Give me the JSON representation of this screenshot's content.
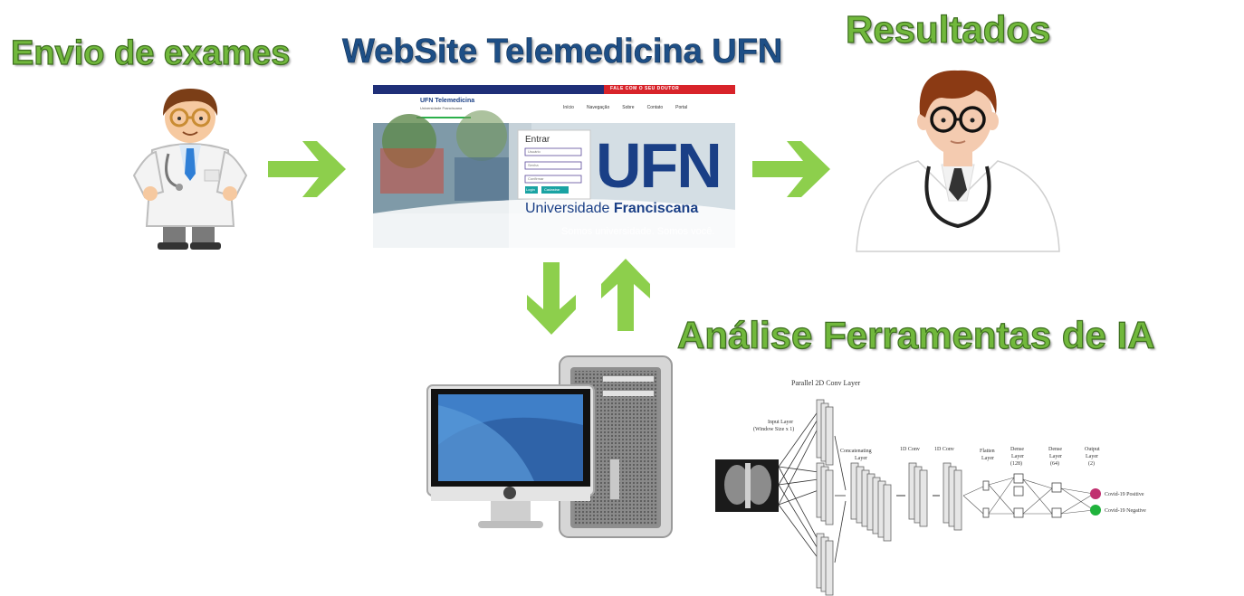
{
  "titles": {
    "envio": "Envio de exames",
    "website": "WebSite Telemedicina UFN",
    "resultados": "Resultados",
    "analise": "Análise Ferramentas de IA"
  },
  "website_screenshot": {
    "top_banner_text": "FALE COM O SEU DOUTOR",
    "logo_text": "UFN Telemedicina",
    "logo_subtext": "Universidade Franciscana",
    "nav_items": [
      "Início",
      "Navegação",
      "Sobre",
      "Contato",
      "Portal"
    ],
    "login_title": "Entrar",
    "login_fields": [
      "Usuário",
      "Senha",
      "Confirmar"
    ],
    "login_buttons": [
      "Login",
      "Cadastrar"
    ],
    "brand_big": "UFN",
    "brand_line1_a": "Universidade ",
    "brand_line1_b": "Franciscana",
    "slogan": "Somos universidade. Somos você.",
    "colors": {
      "navy": "#1f2f78",
      "red": "#d8232a",
      "brand": "#1a3f86"
    }
  },
  "network_diagram": {
    "parallel_label": "Parallel 2D Conv Layer",
    "input_label": "Input Layer",
    "input_sub": "(Window Size x 1)",
    "concat_label_1": "Concatenating",
    "concat_label_2": "Layer",
    "conv1_label": "1D Conv",
    "conv2_label": "1D Conv",
    "flatten_label_1": "Flatten",
    "flatten_label_2": "Layer",
    "dense1_label_1": "Dense",
    "dense1_label_2": "Layer",
    "dense1_label_3": "(128)",
    "dense2_label_1": "Dense",
    "dense2_label_2": "Layer",
    "dense2_label_3": "(64)",
    "output_label_1": "Output",
    "output_label_2": "Layer",
    "output_label_3": "(2)",
    "class_positive": "Covid-19 Positive",
    "class_negative": "Covid-19 Negative",
    "colors": {
      "positive": "#c0306f",
      "negative": "#1fb33c"
    }
  },
  "icons": [
    "doctor-sender-icon",
    "arrow-right-icon",
    "doctor-results-icon",
    "arrow-down-icon",
    "arrow-up-icon",
    "computer-icon",
    "apple-logo-icon",
    "xray-image-icon"
  ],
  "accent_colors": {
    "arrow_green": "#8dcf4c",
    "title_green": "#71b83c",
    "title_blue": "#1e4f86"
  }
}
